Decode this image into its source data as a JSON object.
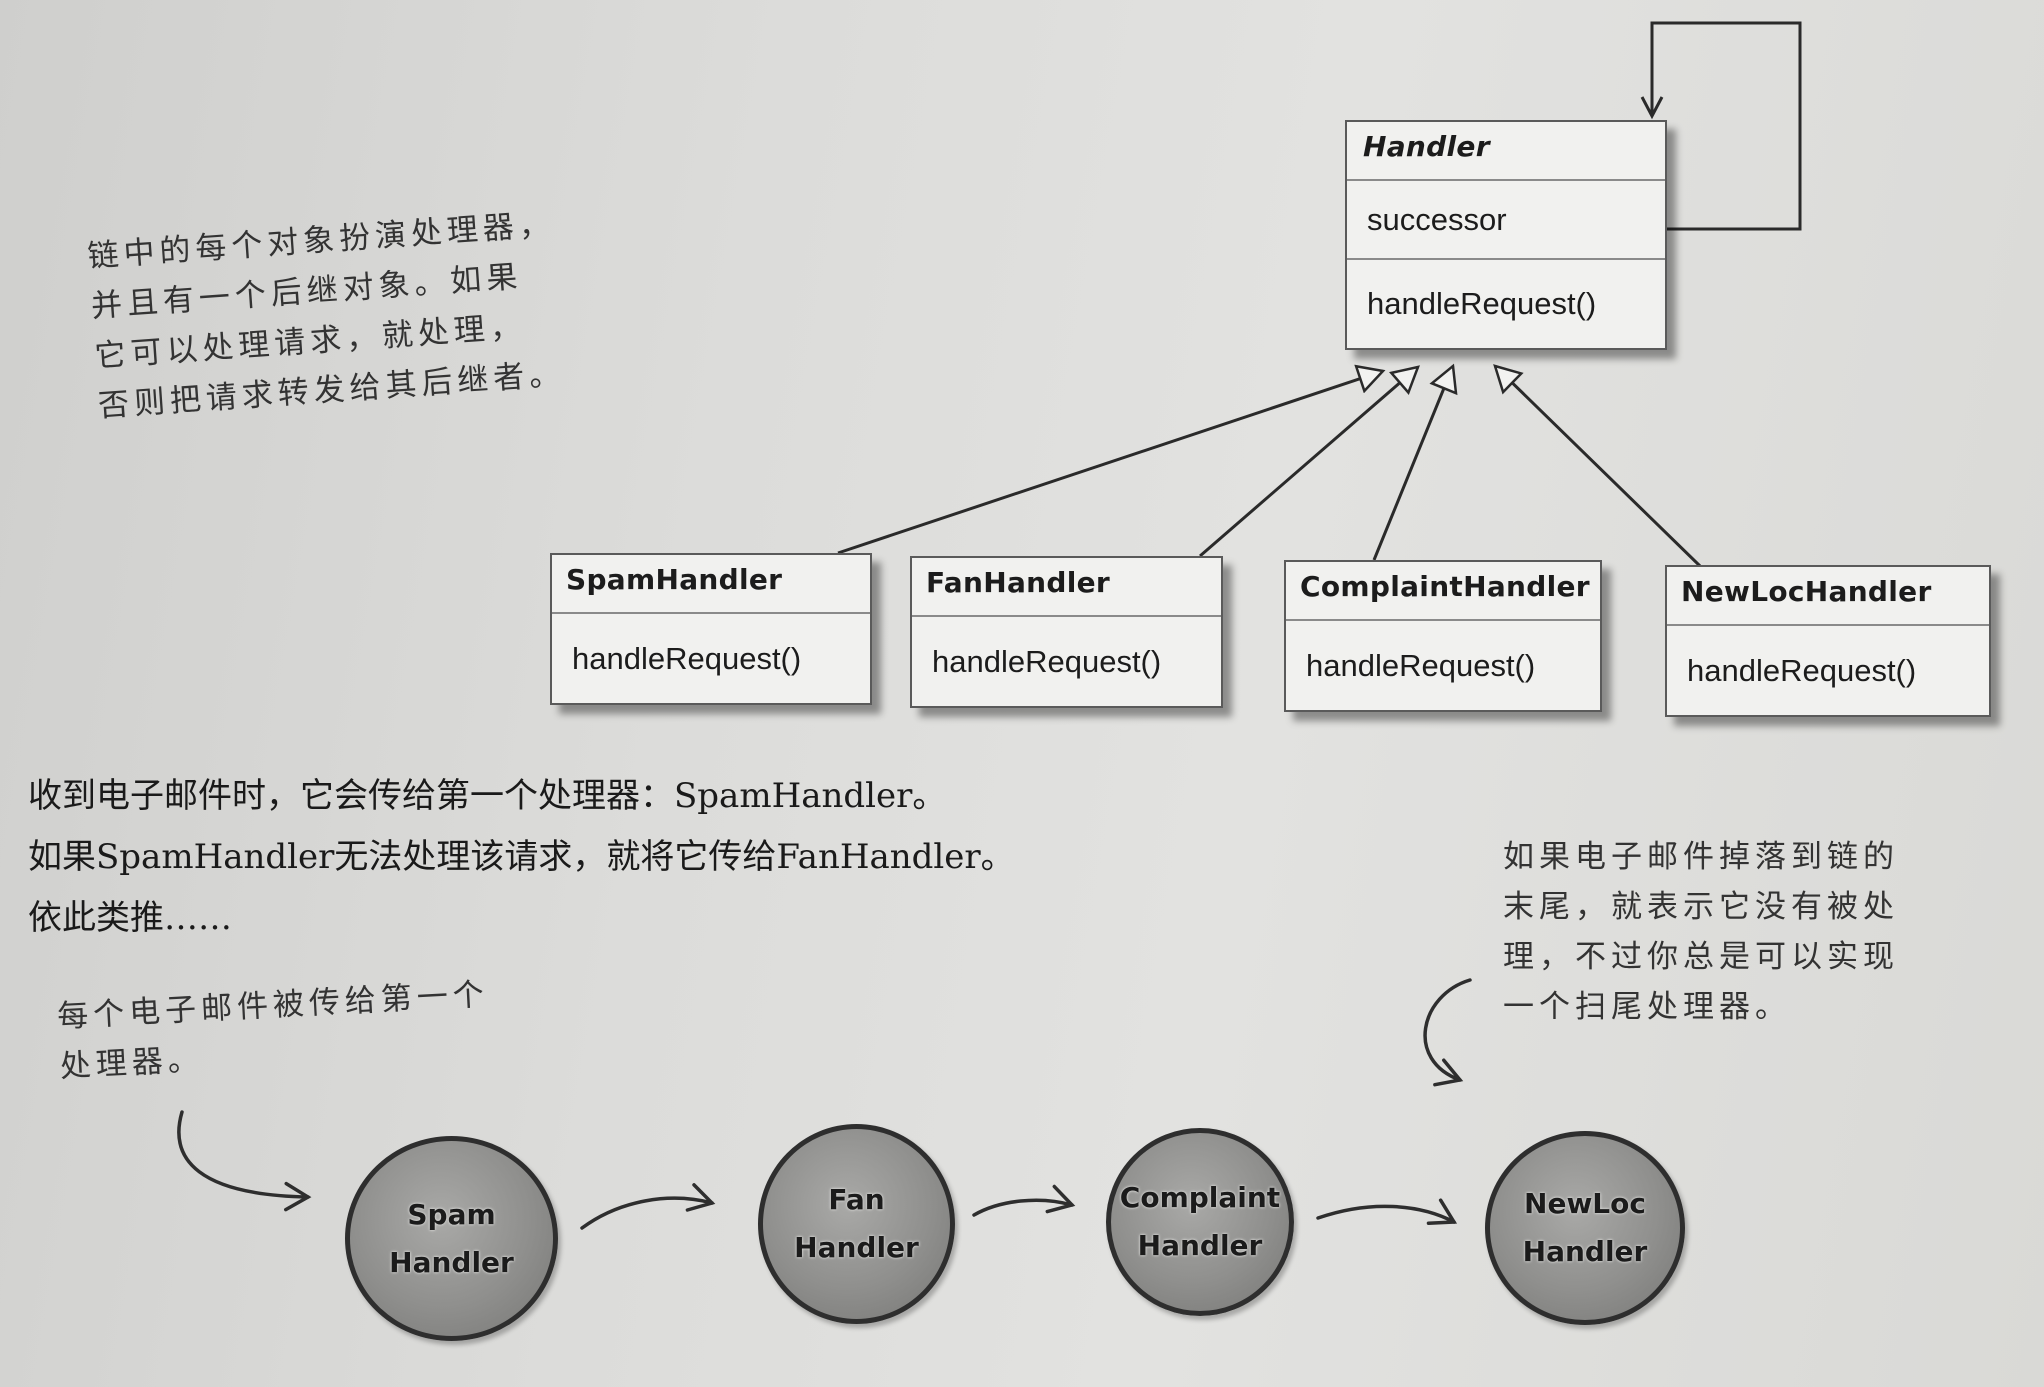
{
  "handler": {
    "name": "Handler",
    "attribute": "successor",
    "method": "handleRequest()"
  },
  "subclasses": [
    {
      "name": "SpamHandler",
      "method": "handleRequest()"
    },
    {
      "name": "FanHandler",
      "method": "handleRequest()"
    },
    {
      "name": "ComplaintHandler",
      "method": "handleRequest()"
    },
    {
      "name": "NewLocHandler",
      "method": "handleRequest()"
    }
  ],
  "notes": {
    "chain_role": [
      "链中的每个对象扮演处理器，",
      "并且有一个后继对象。如果",
      "它可以处理请求，就处理，",
      "否则把请求转发给其后继者。"
    ],
    "first_handler": [
      "每个电子邮件被传给第一个",
      "处理器。"
    ],
    "end_of_chain": [
      "如果电子邮件掉落到链的",
      "末尾，就表示它没有被处",
      "理，不过你总是可以实现",
      "一个扫尾处理器。"
    ]
  },
  "body_text": [
    "收到电子邮件时，它会传给第一个处理器：SpamHandler。",
    "如果SpamHandler无法处理该请求，就将它传给FanHandler。",
    "依此类推……"
  ],
  "chain_nodes": [
    {
      "line1": "Spam",
      "line2": "Handler"
    },
    {
      "line1": "Fan",
      "line2": "Handler"
    },
    {
      "line1": "Complaint",
      "line2": "Handler"
    },
    {
      "line1": "NewLoc",
      "line2": "Handler"
    }
  ]
}
